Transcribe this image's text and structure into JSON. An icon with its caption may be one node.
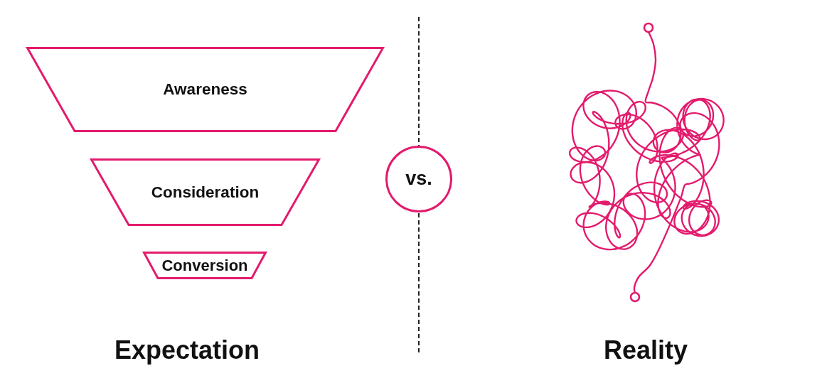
{
  "diagram": {
    "nodes": [
      {
        "text": [
          "Awareness"
        ]
      },
      {
        "text": [
          "Consideration"
        ]
      },
      {
        "text": [
          "Conversion"
        ]
      },
      {
        "text": [
          "vs."
        ]
      }
    ],
    "labels": [
      "Expectation",
      "Reality"
    ]
  }
}
